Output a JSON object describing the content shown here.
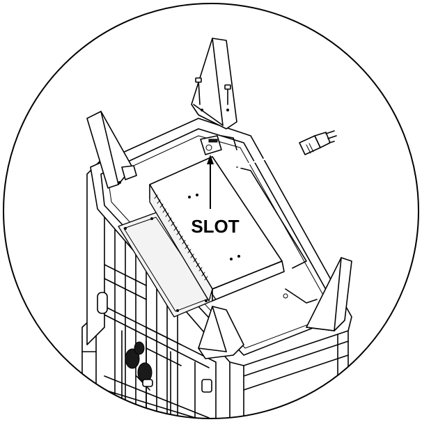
{
  "diagram": {
    "callout": {
      "label": "SLOT",
      "target": "slot-opening",
      "color": "#000000"
    },
    "background_color": "#ffffff",
    "line_color": "#000000",
    "parts": [
      "cart-frame",
      "power-supply-box",
      "mounting-plate",
      "corner-posts",
      "power-cord",
      "plug",
      "wheels",
      "screws"
    ]
  }
}
